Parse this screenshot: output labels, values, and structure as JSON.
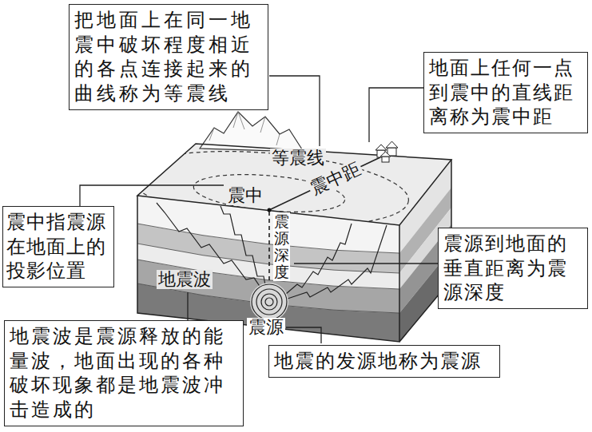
{
  "diagram": {
    "nodes": [
      {
        "text": [
          "把地面上在同一地震中破坏程度相近的各点连接起来的曲线称为等震线"
        ]
      },
      {
        "text": [
          "地面上任何一点到震中的直线距离称为震中距"
        ]
      },
      {
        "text": [
          "震中指震源在地面上的投影位置"
        ]
      },
      {
        "text": [
          "震源到地面的垂直距离为震源深度"
        ]
      },
      {
        "text": [
          "地震波是震源释放的能量波，地面出现的各种破坏现象都是地震波冲击造成的"
        ]
      },
      {
        "text": [
          "地震的发源地称为震源"
        ]
      }
    ],
    "labels": [
      "等震线",
      "震中距",
      "震中",
      "震源深度",
      "地震波",
      "震源"
    ]
  }
}
